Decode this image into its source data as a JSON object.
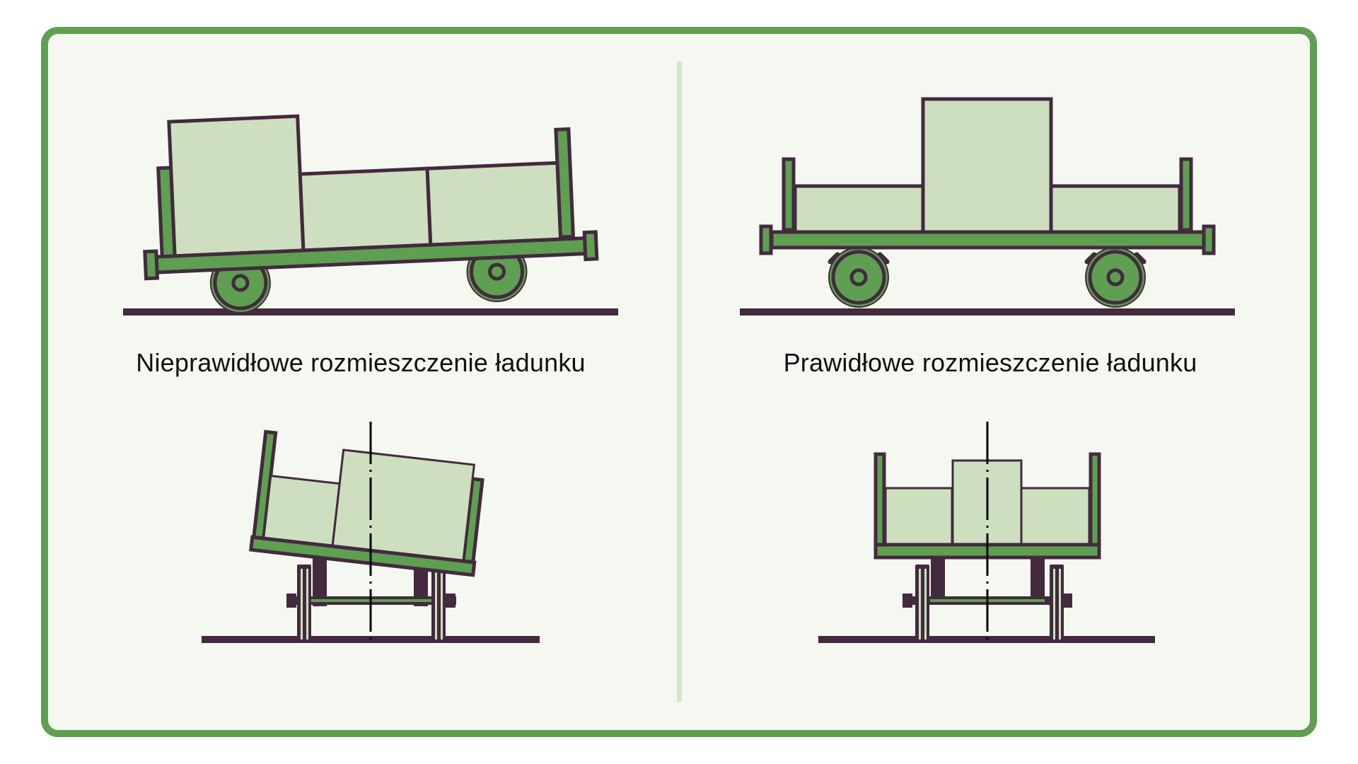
{
  "colors": {
    "frame_border": "#5e9f51",
    "background": "#f5f8f1",
    "outline": "#432a3e",
    "cargo_fill": "#cddfbf",
    "wagon_green": "#5e9f51",
    "divider": "#d4e6cd",
    "centerline": "#000000"
  },
  "panels": [
    {
      "id": "incorrect",
      "caption": "Nieprawidłowe rozmieszczenie ładunku",
      "side_view": "Wagon tilted, heavy box at one end",
      "rear_view": "Wagon tilted sideways, cargo off-center"
    },
    {
      "id": "correct",
      "caption": "Prawidłowe rozmieszczenie ładunku",
      "side_view": "Wagon level, tallest box in the middle",
      "rear_view": "Wagon level, cargo symmetric about centerline"
    }
  ]
}
